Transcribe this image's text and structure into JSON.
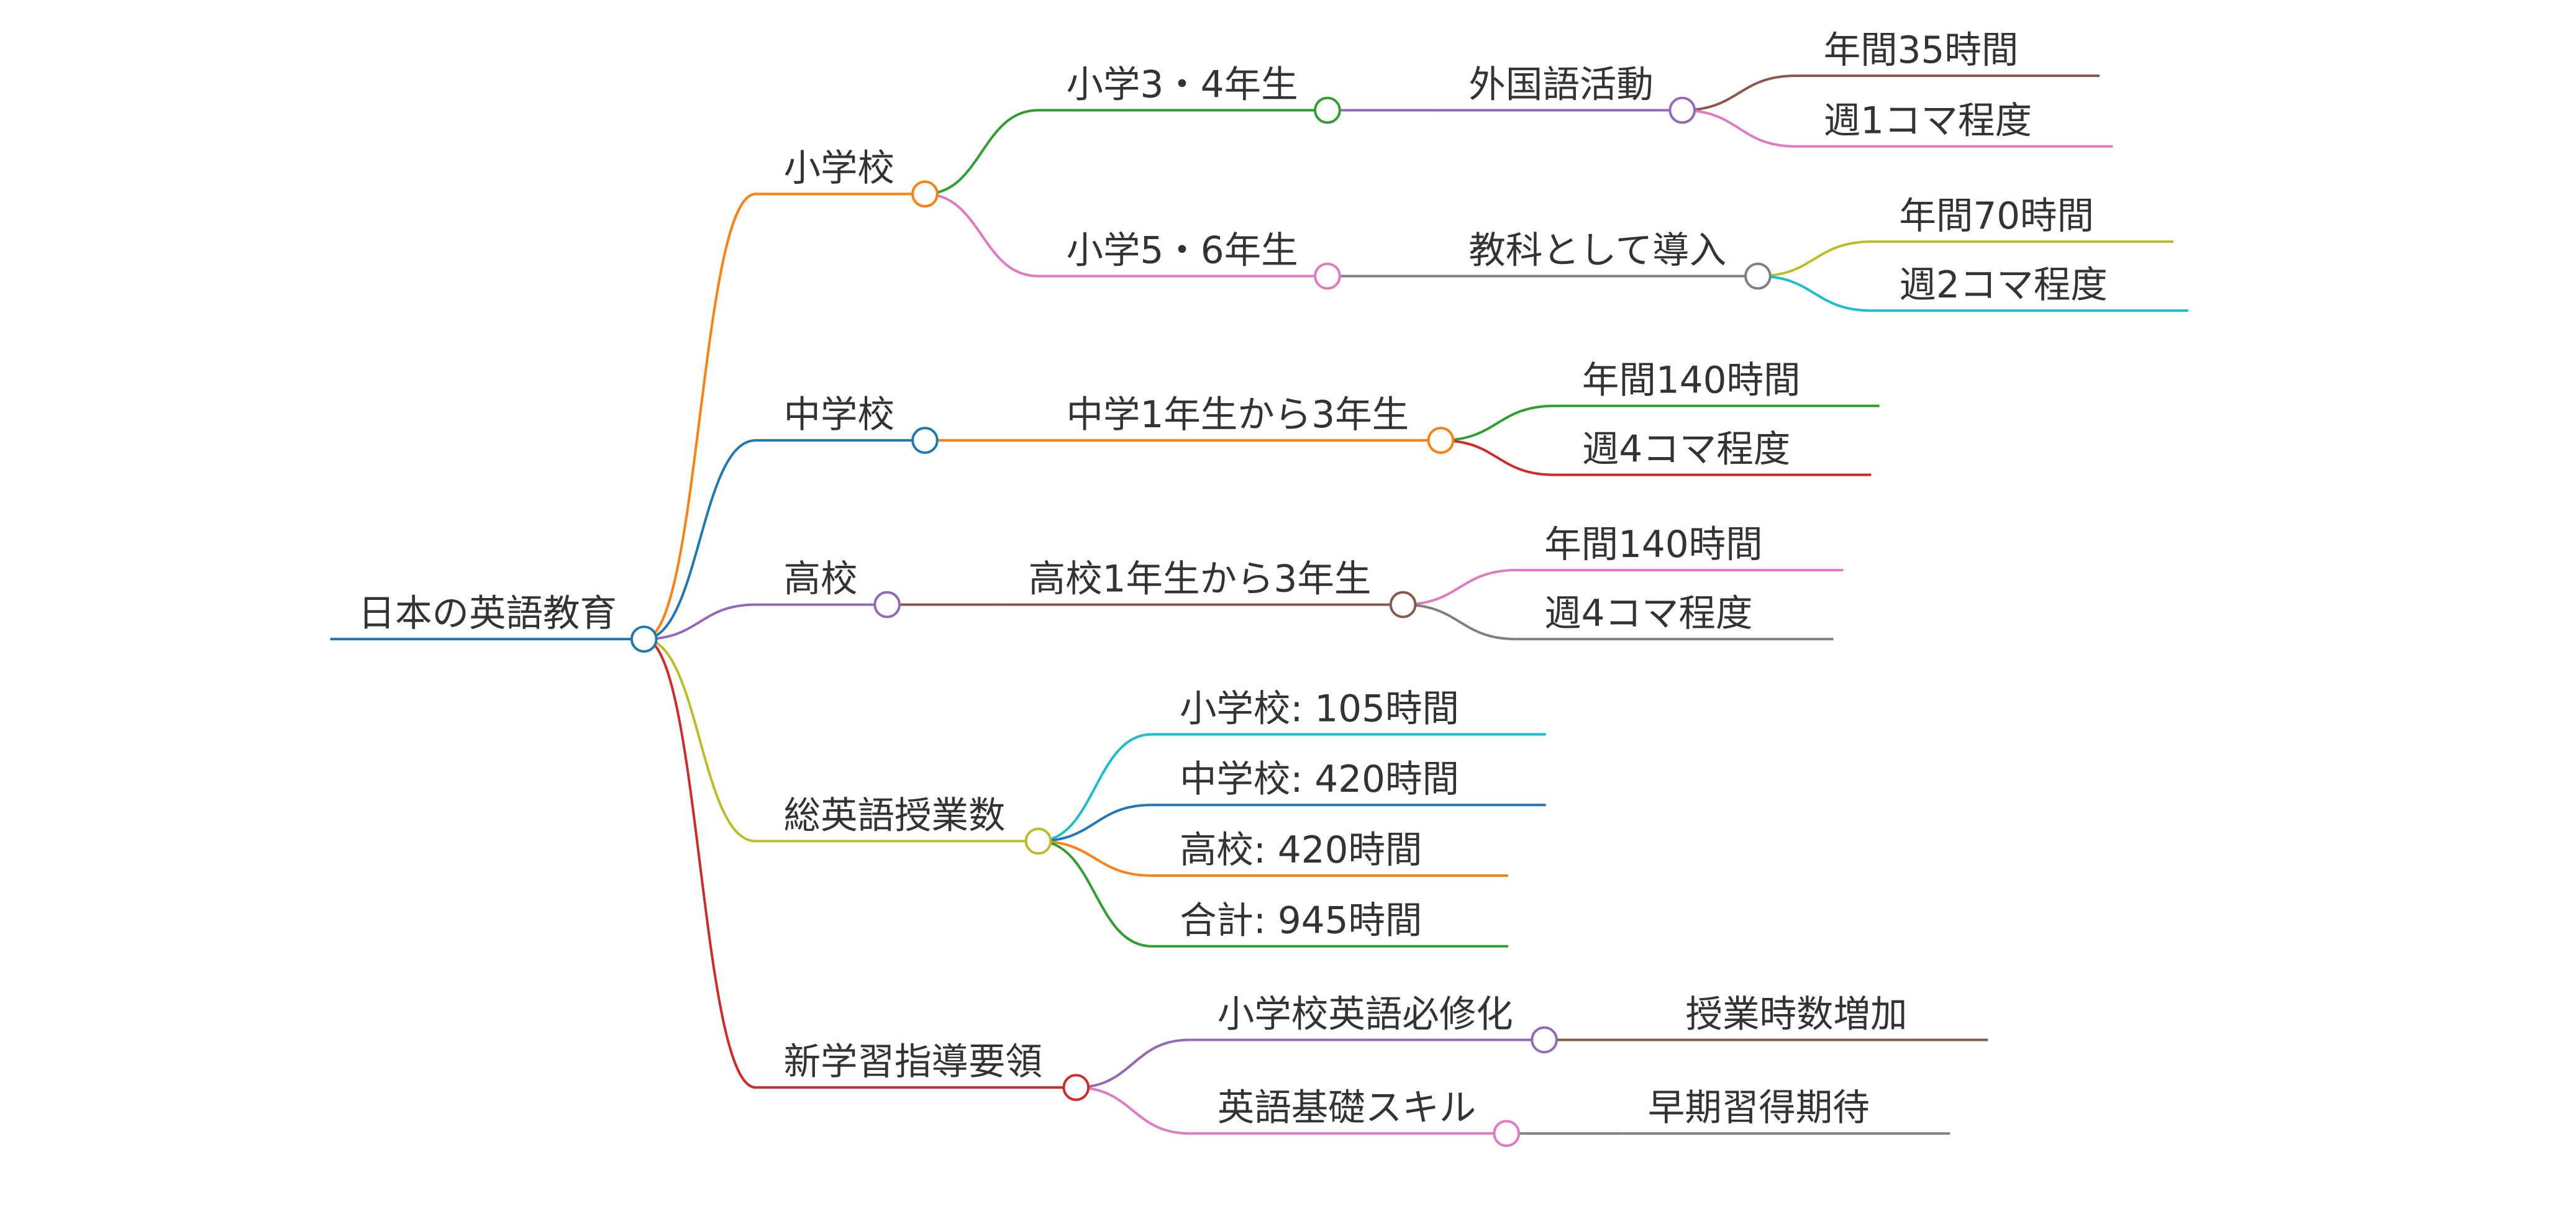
{
  "mindmap": {
    "label": "日本の英語教育",
    "color": "#1f77b4",
    "children": [
      {
        "label": "小学校",
        "color": "#ff7f0e",
        "children": [
          {
            "label": "小学3・4年生",
            "color": "#2ca02c",
            "children": [
              {
                "label": "外国語活動",
                "color": "#9467bd",
                "children": [
                  {
                    "label": "年間35時間",
                    "color": "#8c564b"
                  },
                  {
                    "label": "週1コマ程度",
                    "color": "#e377c2"
                  }
                ]
              }
            ]
          },
          {
            "label": "小学5・6年生",
            "color": "#e377c2",
            "children": [
              {
                "label": "教科として導入",
                "color": "#7f7f7f",
                "children": [
                  {
                    "label": "年間70時間",
                    "color": "#bcbd22"
                  },
                  {
                    "label": "週2コマ程度",
                    "color": "#17becf"
                  }
                ]
              }
            ]
          }
        ]
      },
      {
        "label": "中学校",
        "color": "#1f77b4",
        "children": [
          {
            "label": "中学1年生から3年生",
            "color": "#ff7f0e",
            "children": [
              {
                "label": "年間140時間",
                "color": "#2ca02c"
              },
              {
                "label": "週4コマ程度",
                "color": "#d62728"
              }
            ]
          }
        ]
      },
      {
        "label": "高校",
        "color": "#9467bd",
        "children": [
          {
            "label": "高校1年生から3年生",
            "color": "#8c564b",
            "children": [
              {
                "label": "年間140時間",
                "color": "#e377c2"
              },
              {
                "label": "週4コマ程度",
                "color": "#7f7f7f"
              }
            ]
          }
        ]
      },
      {
        "label": "総英語授業数",
        "color": "#bcbd22",
        "children": [
          {
            "label": "小学校: 105時間",
            "color": "#17becf"
          },
          {
            "label": "中学校: 420時間",
            "color": "#1f77b4"
          },
          {
            "label": "高校: 420時間",
            "color": "#ff7f0e"
          },
          {
            "label": "合計: 945時間",
            "color": "#2ca02c"
          }
        ]
      },
      {
        "label": "新学習指導要領",
        "color": "#d62728",
        "children": [
          {
            "label": "小学校英語必修化",
            "color": "#9467bd",
            "children": [
              {
                "label": "授業時数増加",
                "color": "#8c564b"
              }
            ]
          },
          {
            "label": "英語基礎スキル",
            "color": "#e377c2",
            "children": [
              {
                "label": "早期習得期待",
                "color": "#7f7f7f"
              }
            ]
          }
        ]
      }
    ]
  }
}
